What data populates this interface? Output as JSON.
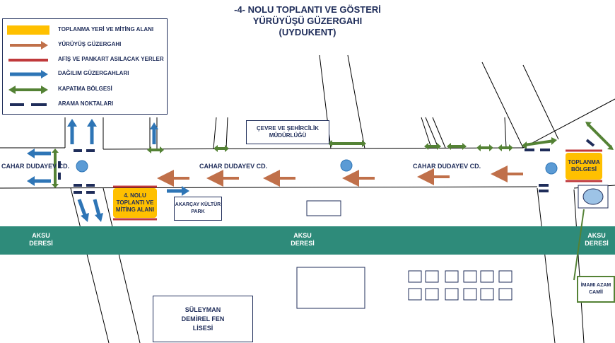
{
  "title": {
    "line1": "-4- NOLU TOPLANTI VE GÖSTERİ",
    "line2": "YÜRÜYÜŞÜ GÜZERGAHI",
    "line3": "(UYDUKENT)"
  },
  "legend": {
    "items": [
      {
        "label": "TOPLANMA YERİ VE MİTİNG ALANI",
        "symbol": "yellow-box",
        "color": "#ffc000"
      },
      {
        "label": "YÜRÜYÜŞ GÜZERGAHI",
        "symbol": "brown-arrow",
        "color": "#c0704a"
      },
      {
        "label": "AFİŞ VE PANKART ASILACAK YERLER",
        "symbol": "red-line",
        "color": "#c0393b"
      },
      {
        "label": "DAĞILIM GÜZERGAHLARI",
        "symbol": "blue-arrow",
        "color": "#2e75b6"
      },
      {
        "label": "KAPATMA BÖLGESİ",
        "symbol": "green-double-arrow",
        "color": "#548235"
      },
      {
        "label": "ARAMA NOKTALARI",
        "symbol": "navy-dashes",
        "color": "#1f2d5a"
      }
    ]
  },
  "streets": {
    "left": "CAHAR DUDAYEV CD.",
    "middle": "CAHAR DUDAYEV CD.",
    "right": "CAHAR DUDAYEV CD."
  },
  "places": {
    "cevre": "ÇEVRE VE ŞEHİRCİLİK MÜDÜRLÜĞÜ",
    "park": "AKARÇAY KÜLTÜR PARK",
    "lise": "SÜLEYMAN DEMİREL FEN LİSESİ",
    "cami": "İMAMI AZAM CAMİİ",
    "meeting": "4. NOLU TOPLANTI VE MİTİNG ALANI",
    "gathering": "TOPLANMA BÖLGESİ"
  },
  "river": {
    "left": "AKSU DERESİ",
    "middle": "AKSU DERESİ",
    "right": "AKSU DERESİ",
    "color": "#2e8b7a"
  }
}
